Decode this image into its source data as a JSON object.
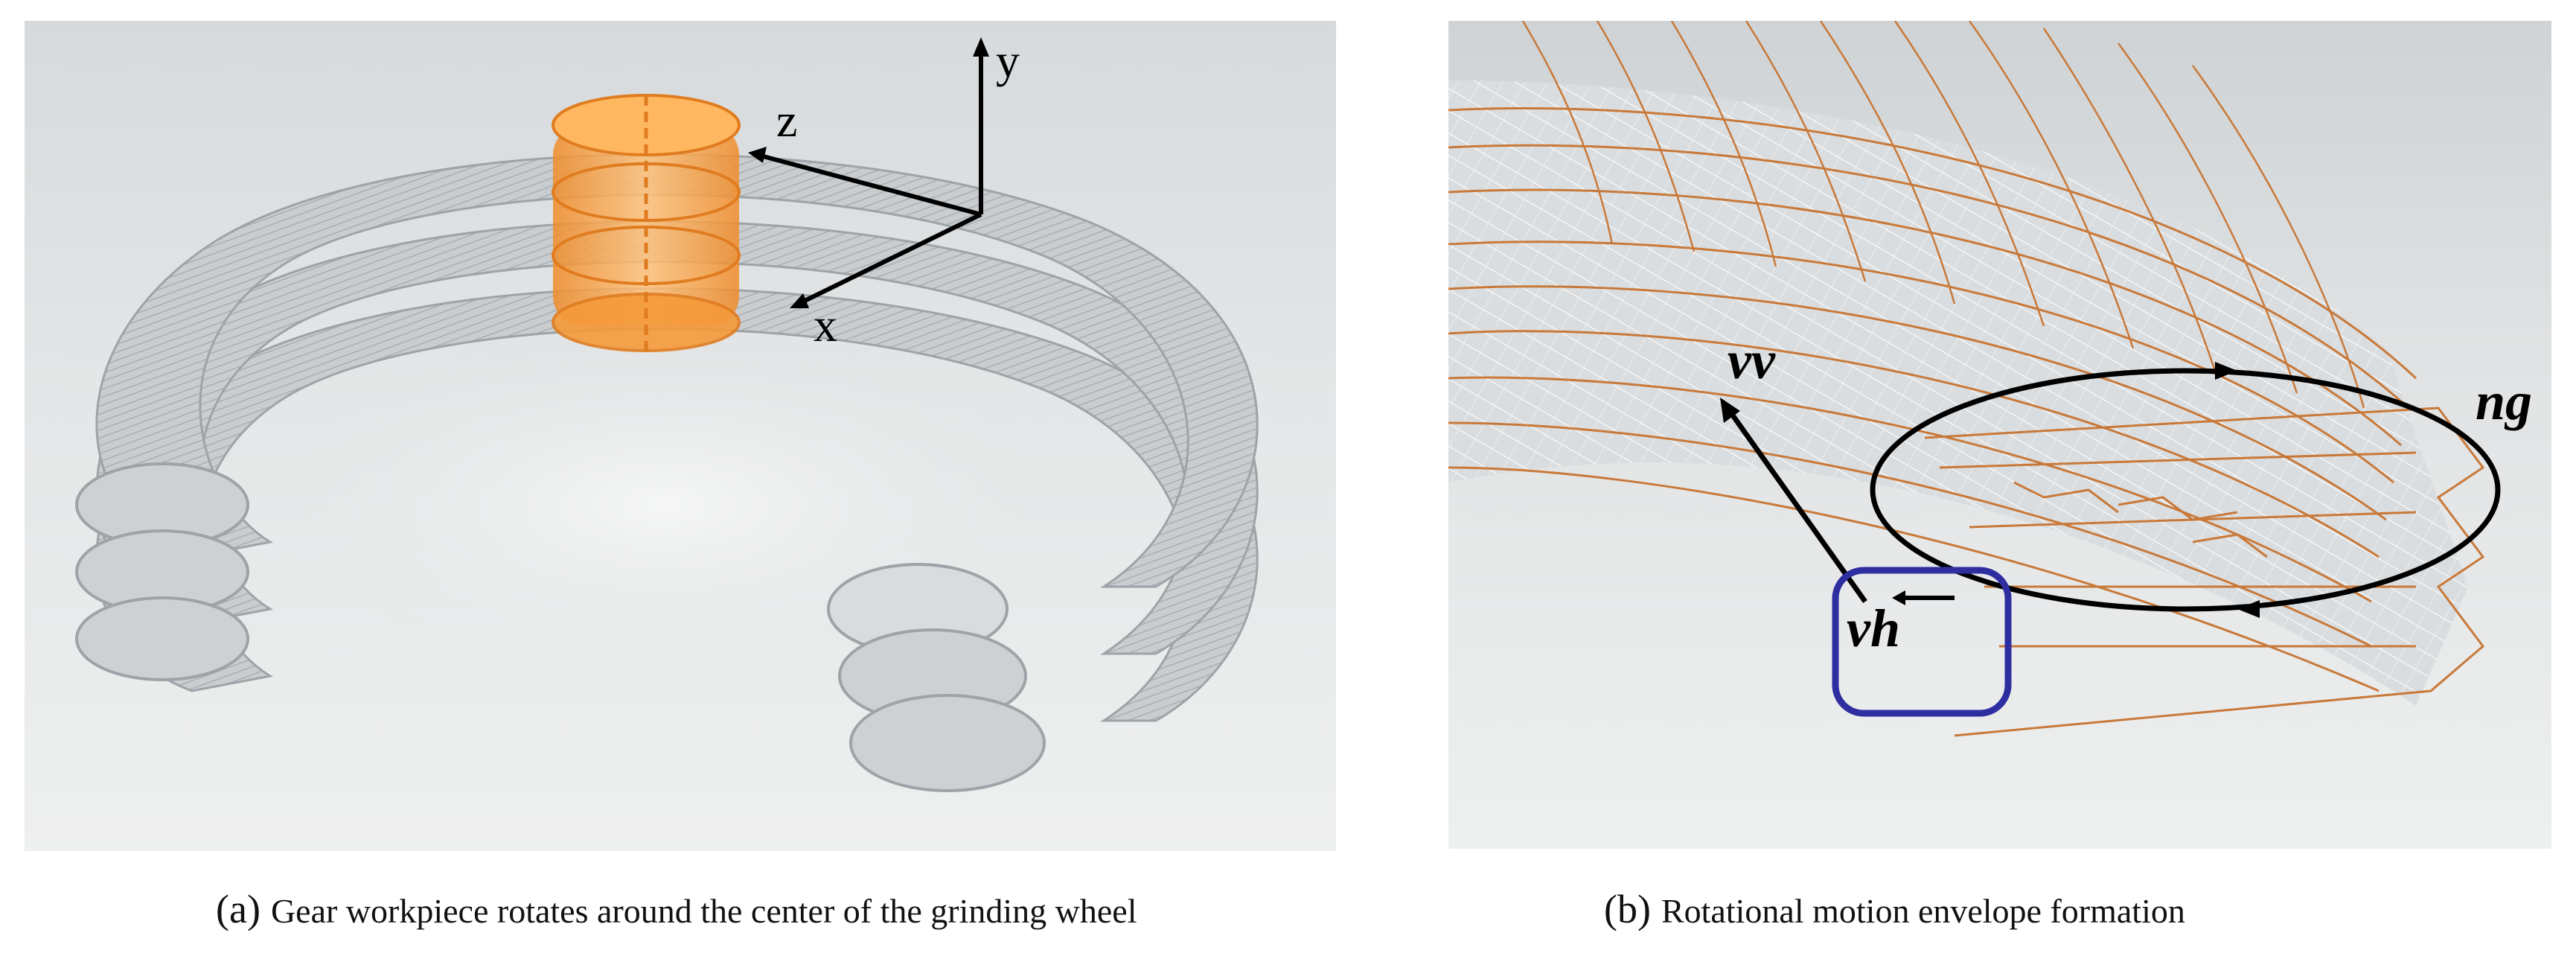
{
  "panel_a": {
    "axes": {
      "x": "x",
      "y": "y",
      "z": "z"
    },
    "caption_tag": "(a)",
    "caption_text": "Gear workpiece rotates around the center of the grinding wheel"
  },
  "panel_b": {
    "labels": {
      "vv": "vv",
      "vh": "vh",
      "ng": "ng"
    },
    "caption_tag": "(b)",
    "caption_text": "Rotational motion envelope formation"
  },
  "colors": {
    "torus": "#c3c7ca",
    "torus_line": "#9ea3a7",
    "gear": "#f5a54a",
    "wire": "#c8793a",
    "highlight_box": "#2e2ea0"
  }
}
